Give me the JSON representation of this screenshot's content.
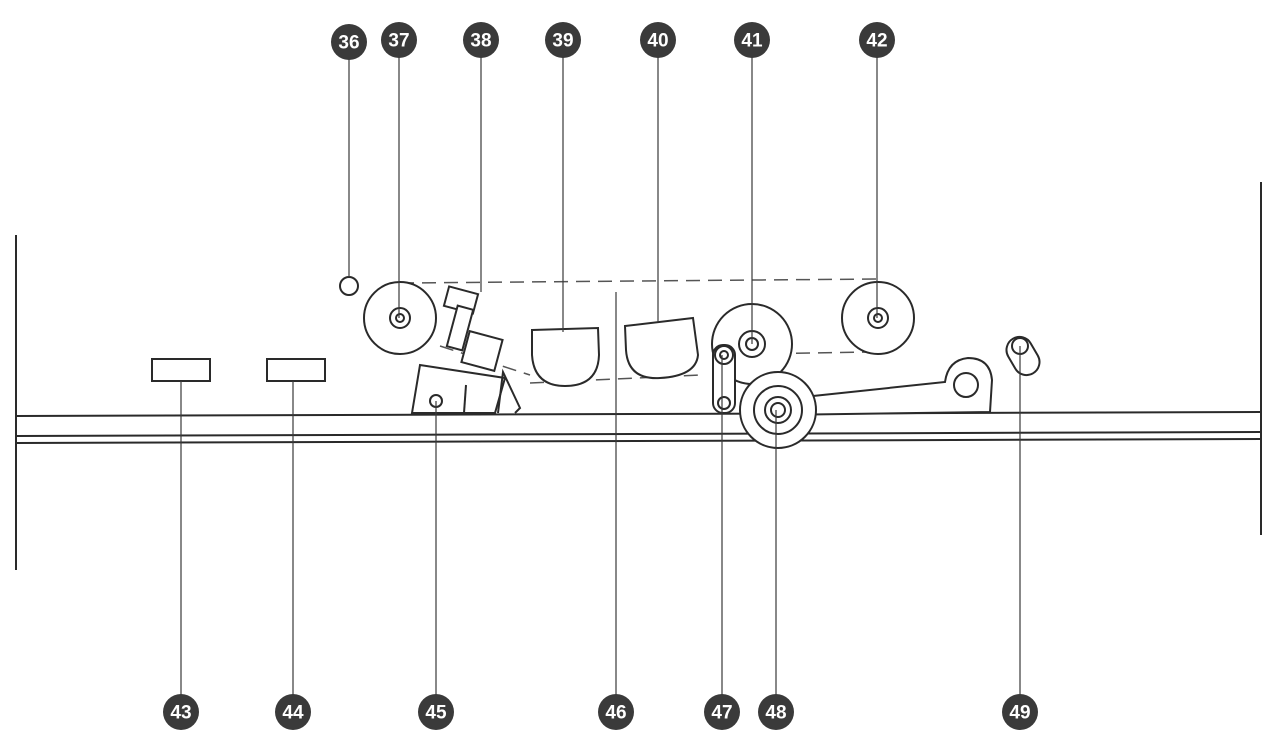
{
  "callouts": {
    "c36": "36",
    "c37": "37",
    "c38": "38",
    "c39": "39",
    "c40": "40",
    "c41": "41",
    "c42": "42",
    "c43": "43",
    "c44": "44",
    "c45": "45",
    "c46": "46",
    "c47": "47",
    "c48": "48",
    "c49": "49"
  },
  "colors": {
    "line": "#2a2a2a",
    "badge": "#3a3a3a",
    "badge_text": "#ffffff"
  }
}
